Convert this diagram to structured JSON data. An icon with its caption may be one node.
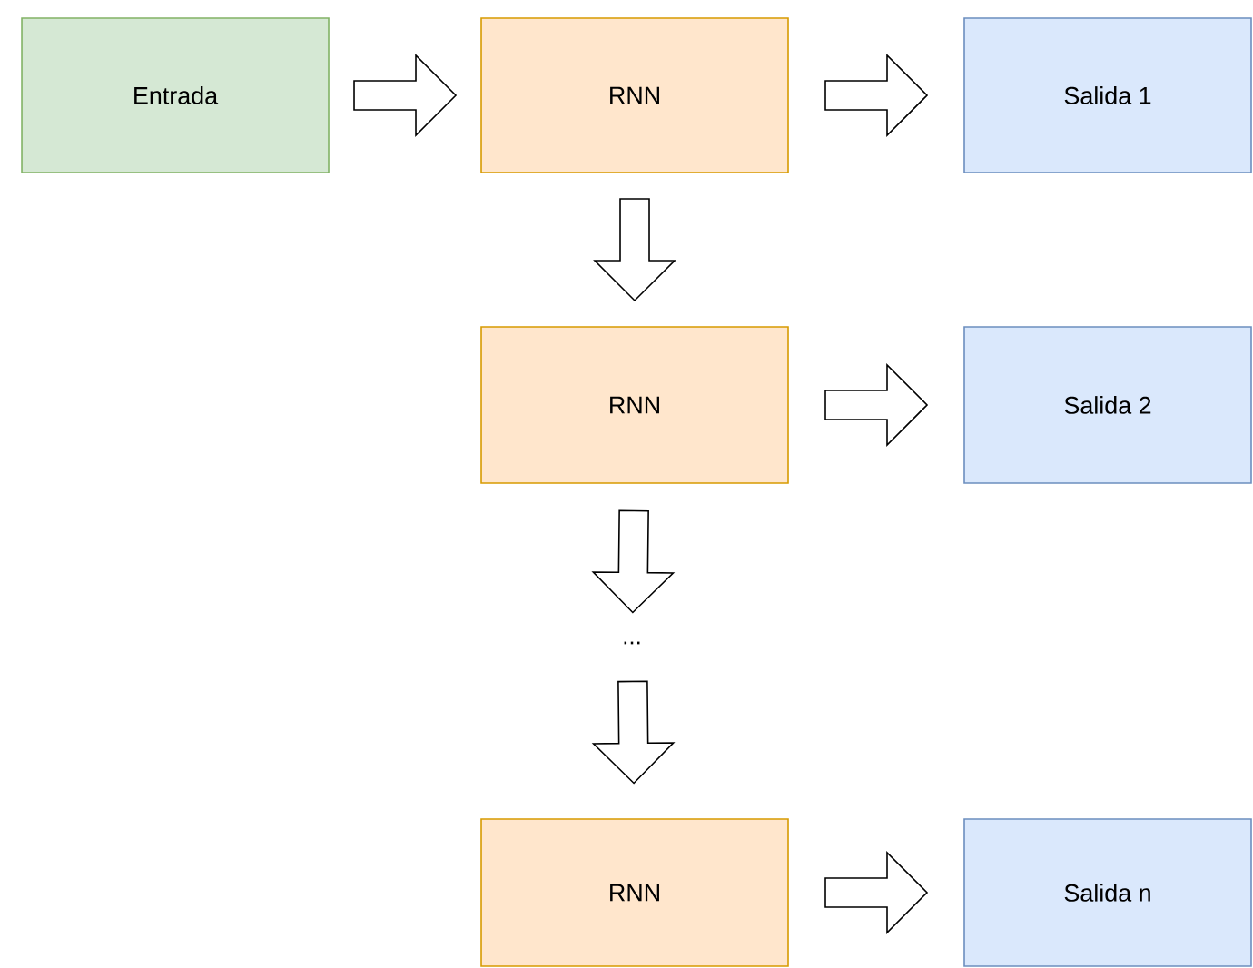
{
  "diagram": {
    "nodes": [
      {
        "text": [
          "Entrada"
        ]
      },
      {
        "text": [
          "RNN"
        ]
      },
      {
        "text": [
          "Salida 1"
        ]
      },
      {
        "text": [
          "RNN"
        ]
      },
      {
        "text": [
          "Salida 2"
        ]
      },
      {
        "text": [
          "..."
        ]
      },
      {
        "text": [
          "RNN"
        ]
      },
      {
        "text": [
          "Salida n"
        ]
      }
    ],
    "edges": [
      {
        "from": 0,
        "to": 1,
        "arrow": "to"
      },
      {
        "from": 1,
        "to": 2,
        "arrow": "to"
      },
      {
        "from": 1,
        "to": 3,
        "arrow": "to"
      },
      {
        "from": 3,
        "to": 4,
        "arrow": "to"
      },
      {
        "from": 3,
        "to": 5,
        "arrow": "to"
      },
      {
        "from": 5,
        "to": 6,
        "arrow": "to"
      },
      {
        "from": 6,
        "to": 7,
        "arrow": "to"
      }
    ]
  }
}
